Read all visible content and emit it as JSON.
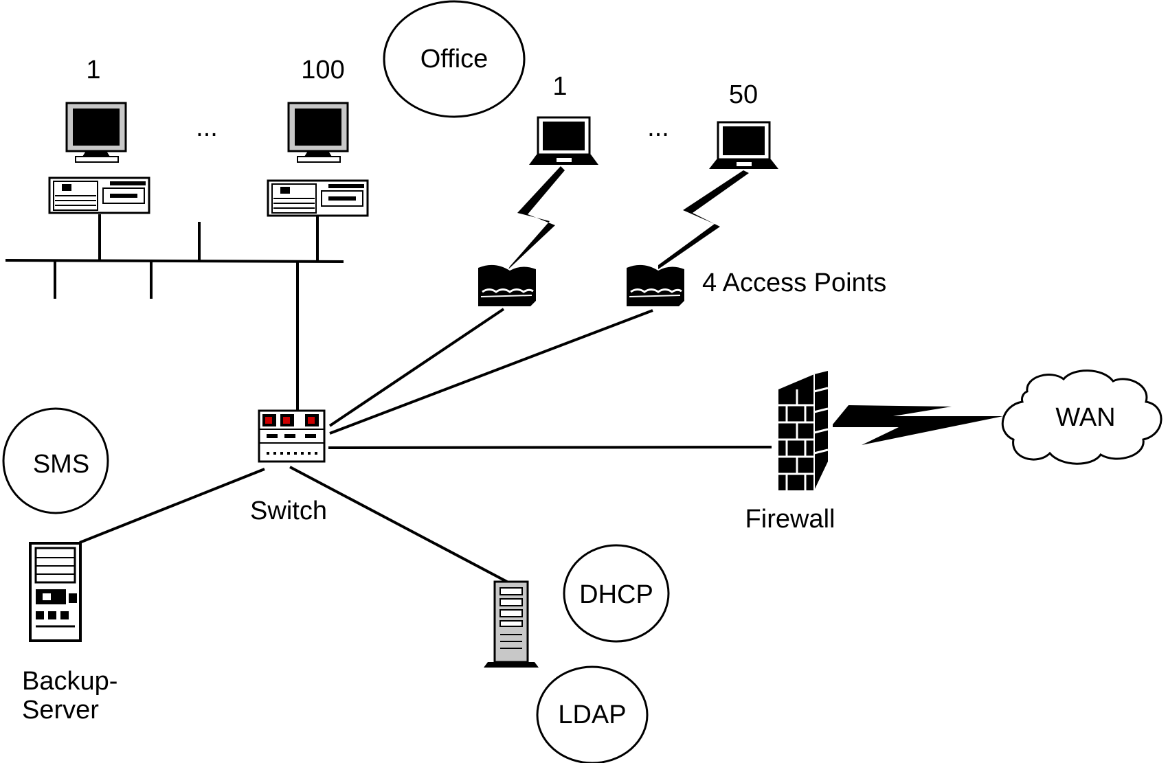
{
  "colors": {
    "ink": "#000000",
    "paper": "#ffffff",
    "screen_gray": "#c8c8c8",
    "switch_led": "#cc0000"
  },
  "workstations": {
    "first_label": "1",
    "last_label": "100",
    "ellipsis": "..."
  },
  "office": {
    "label": "Office"
  },
  "laptops": {
    "first_label": "1",
    "last_label": "50",
    "ellipsis": "..."
  },
  "access_points": {
    "label": "4 Access Points"
  },
  "switch": {
    "label": "Switch"
  },
  "firewall": {
    "label": "Firewall"
  },
  "wan": {
    "label": "WAN"
  },
  "sms": {
    "label": "SMS"
  },
  "backup_server": {
    "label_line1": "Backup-",
    "label_line2": "Server"
  },
  "dhcp": {
    "label": "DHCP"
  },
  "ldap": {
    "label": "LDAP"
  },
  "icons": [
    "desktop-computer-icon",
    "laptop-icon",
    "lightning-bolt-icon",
    "access-point-icon",
    "network-switch-icon",
    "firewall-icon",
    "cloud-icon",
    "tower-server-icon"
  ]
}
